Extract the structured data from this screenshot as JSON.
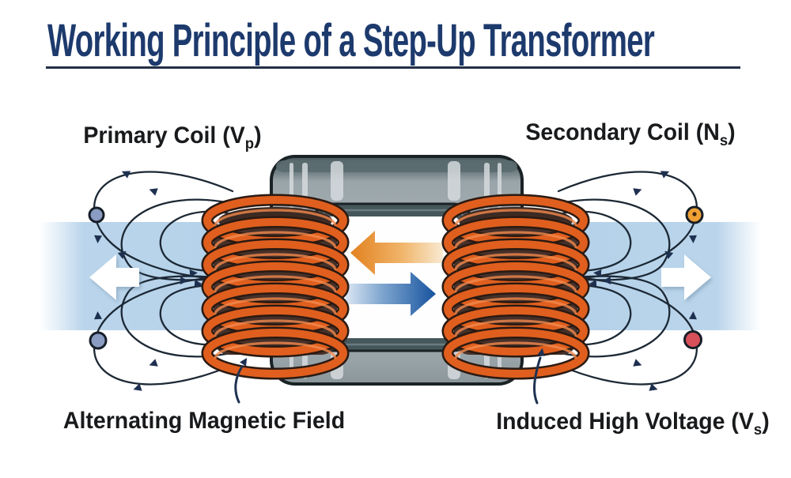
{
  "title": {
    "text": "Working Principle of a Step-Up Transformer"
  },
  "labels": {
    "primary_coil": {
      "pre": "Primary Coil (V",
      "sub": "p",
      "post": ")"
    },
    "secondary_coil": {
      "pre": "Secondary Coil (N",
      "sub": "s",
      "post": ")"
    },
    "alternating_field": {
      "pre": "Alternating Magnetic Field",
      "sub": "",
      "post": ""
    },
    "induced_voltage": {
      "pre": "Induced High Voltage (V",
      "sub": "s",
      "post": ")"
    }
  },
  "icons": {
    "primary_current_arrow": "orange-arrow-left-icon",
    "induced_current_arrow": "blue-arrow-right-icon",
    "flux_out_left": "white-arrow-left-icon",
    "flux_out_right": "white-arrow-right-icon",
    "field_lines": "magnetic-field-loop-lines",
    "label_pointers": "thin-up-arrow-icon"
  },
  "colors": {
    "title": "#1d3a6d",
    "rule": "#232f45",
    "label_text": "#181a1c",
    "band_blue": "#b3d1e9",
    "coil_copper": "#e05f1e",
    "coil_highlight": "#f28a4d",
    "coil_shadow": "#46312a",
    "core_gray": "#a7b0b4",
    "core_bevel": "#5b6c70",
    "core_outline": "#1a2225",
    "window_frame": "#46575b",
    "field_line": "#1c2835",
    "arrow_orange": "#e2811f",
    "arrow_blue": "#17539f",
    "ball_left": "#8b9cc2",
    "ball_top_right": "#f0a136",
    "ball_bottom_right": "#d8505a"
  }
}
